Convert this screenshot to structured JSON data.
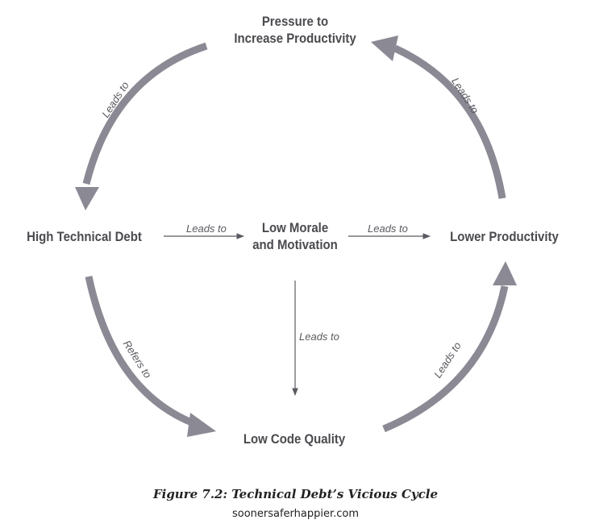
{
  "nodes": {
    "pressure_line1": "Pressure to",
    "pressure_line2": "Increase Productivity",
    "high_debt": "High Technical Debt",
    "morale_line1": "Low Morale",
    "morale_line2": "and Motivation",
    "lower_productivity": "Lower Productivity",
    "low_quality": "Low Code Quality"
  },
  "edges": {
    "pressure_to_debt": "Leads to",
    "productivity_to_pressure": "Leads to",
    "debt_to_morale": "Leads to",
    "morale_to_productivity": "Leads to",
    "morale_to_quality": "Leads to",
    "debt_to_quality": "Refers to",
    "quality_to_productivity": "Leads to"
  },
  "caption": "Figure 7.2: Technical Debt’s Vicious Cycle",
  "credit": "soonersaferhappier.com",
  "colors": {
    "arc": "#8a8994",
    "line": "#5a5a62",
    "text": "#4a4a4f"
  }
}
